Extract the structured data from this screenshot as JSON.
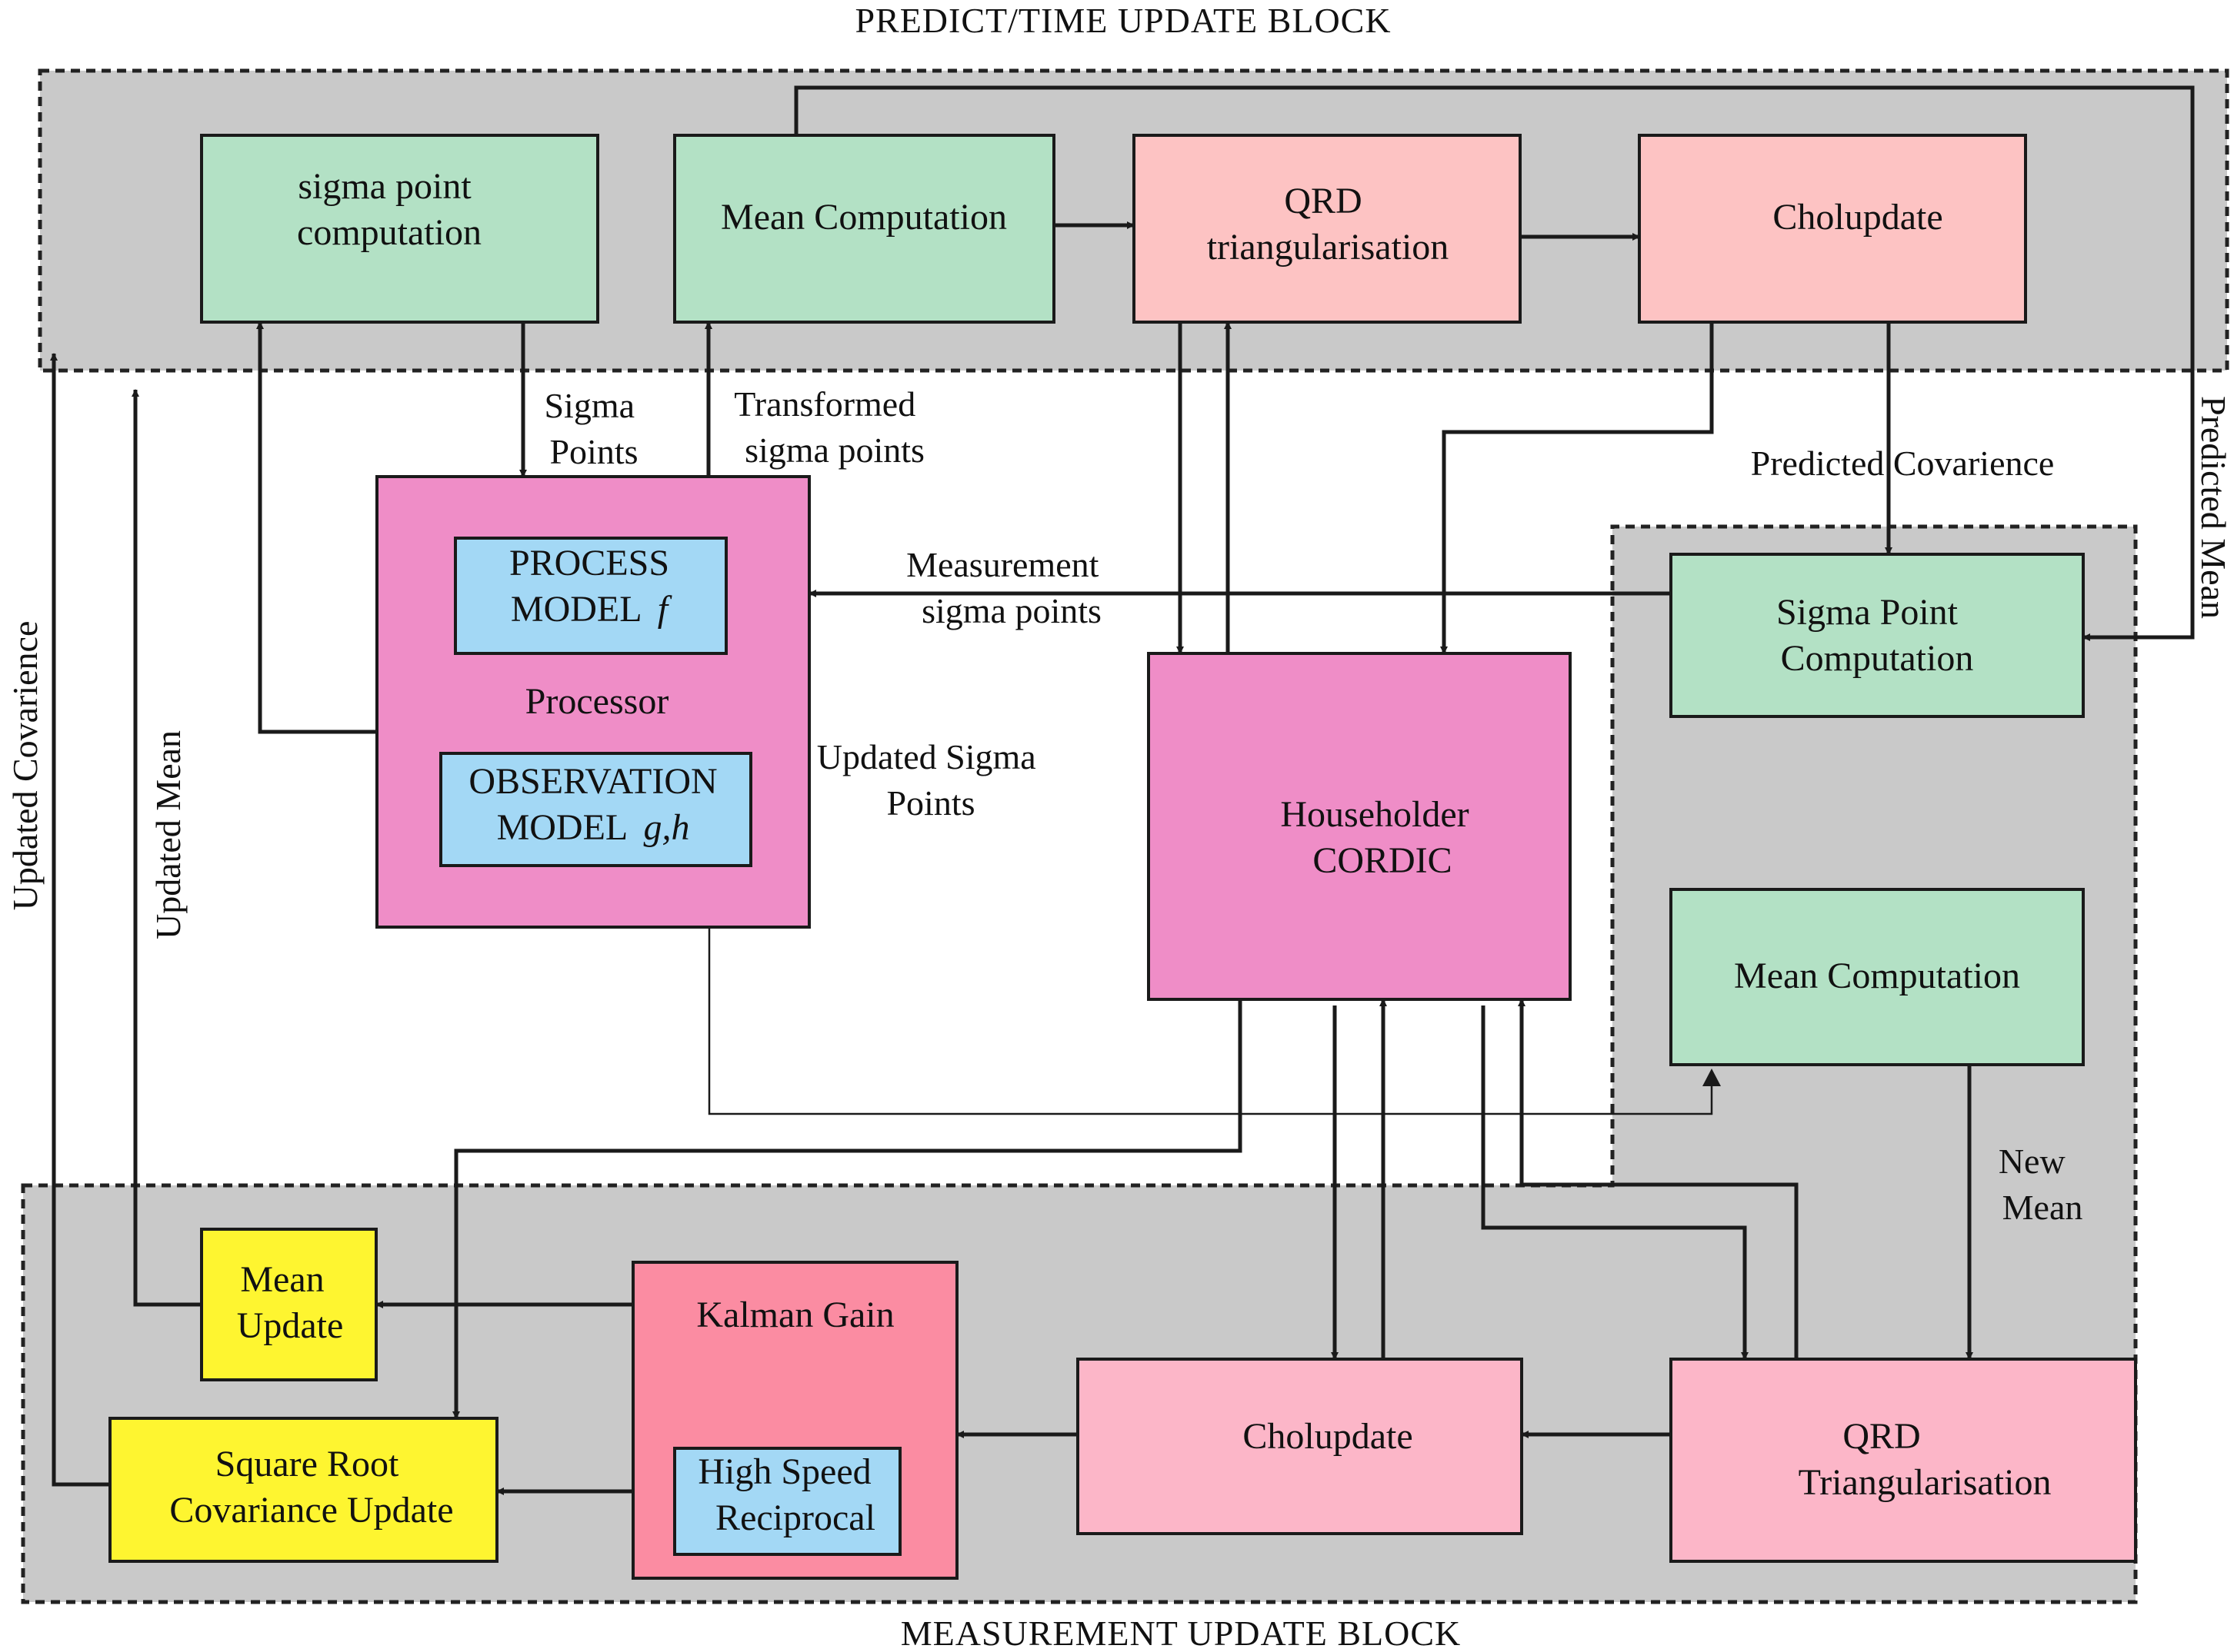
{
  "titles": {
    "predict_block": "PREDICT/TIME UPDATE BLOCK",
    "measurement_block": "MEASUREMENT UPDATE BLOCK"
  },
  "blocks": {
    "sigma_point_computation_top": [
      "sigma point",
      "computation"
    ],
    "mean_computation_top": [
      "Mean Computation"
    ],
    "qrd_top": [
      "QRD",
      "triangularisation"
    ],
    "cholupdate_top": [
      "Cholupdate"
    ],
    "processor": [
      "Processor"
    ],
    "process_model": [
      "PROCESS",
      "MODEL",
      "f"
    ],
    "observation_model": [
      "OBSERVATION",
      "MODEL",
      "g,h"
    ],
    "householder": [
      "Householder",
      "CORDIC"
    ],
    "sigma_point_computation_right": [
      "Sigma Point",
      "Computation"
    ],
    "mean_computation_right": [
      "Mean Computation"
    ],
    "mean_update": [
      "Mean",
      "Update"
    ],
    "sqrt_covariance_update": [
      "Square Root",
      "Covariance Update"
    ],
    "kalman_gain": [
      "Kalman Gain"
    ],
    "high_speed_reciprocal": [
      "High Speed",
      "Reciprocal"
    ],
    "cholupdate_bottom": [
      "Cholupdate"
    ],
    "qrd_bottom": [
      "QRD",
      "Triangularisation"
    ]
  },
  "labels": {
    "sigma_points": [
      "Sigma",
      "Points"
    ],
    "transformed_sigma_points": [
      "Transformed",
      "sigma points"
    ],
    "measurement_sigma_points": [
      "Measurement",
      "sigma points"
    ],
    "updated_sigma_points": [
      "Updated Sigma",
      "Points"
    ],
    "predicted_covariance": "Predicted Covarience",
    "predicted_mean": "Predicted Mean",
    "updated_covariance": "Updated Covarience",
    "updated_mean": "Updated Mean",
    "new_mean": [
      "New",
      "Mean"
    ]
  },
  "colors": {
    "region_fill": "#c9c9c9",
    "green": "#b3e1c5",
    "salmon": "#fdc3c3",
    "magenta": "#ef8dc7",
    "light_blue": "#a3d8f5",
    "yellow": "#fef530",
    "kalman_pink": "#fb8ca2",
    "light_pink": "#fcb6c8"
  }
}
